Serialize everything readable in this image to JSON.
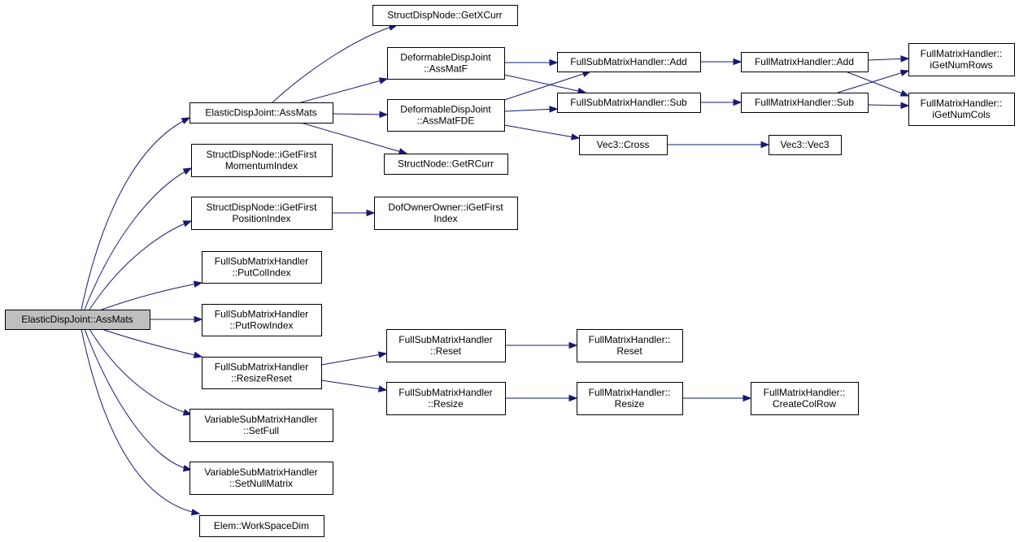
{
  "nodes": [
    {
      "id": "root",
      "lines": [
        "ElasticDispJoint::AssMats"
      ]
    },
    {
      "id": "edj_assmats",
      "lines": [
        "ElasticDispJoint::AssMats"
      ]
    },
    {
      "id": "sdn_getxcurr",
      "lines": [
        "StructDispNode::GetXCurr"
      ]
    },
    {
      "id": "ddj_assmatf",
      "lines": [
        "DeformableDispJoint",
        "::AssMatF"
      ]
    },
    {
      "id": "ddj_assmatfde",
      "lines": [
        "DeformableDispJoint",
        "::AssMatFDE"
      ]
    },
    {
      "id": "sn_getrcurr",
      "lines": [
        "StructNode::GetRCurr"
      ]
    },
    {
      "id": "fsmh_add",
      "lines": [
        "FullSubMatrixHandler::Add"
      ]
    },
    {
      "id": "fsmh_sub",
      "lines": [
        "FullSubMatrixHandler::Sub"
      ]
    },
    {
      "id": "vec3_cross",
      "lines": [
        "Vec3::Cross"
      ]
    },
    {
      "id": "fmh_add",
      "lines": [
        "FullMatrixHandler::Add"
      ]
    },
    {
      "id": "fmh_sub",
      "lines": [
        "FullMatrixHandler::Sub"
      ]
    },
    {
      "id": "vec3_vec3",
      "lines": [
        "Vec3::Vec3"
      ]
    },
    {
      "id": "fmh_igetnumrows",
      "lines": [
        "FullMatrixHandler::",
        "iGetNumRows"
      ]
    },
    {
      "id": "fmh_igetnumcols",
      "lines": [
        "FullMatrixHandler::",
        "iGetNumCols"
      ]
    },
    {
      "id": "sdn_igetfirstmomentum",
      "lines": [
        "StructDispNode::iGetFirst",
        "MomentumIndex"
      ]
    },
    {
      "id": "sdn_igetfirstposition",
      "lines": [
        "StructDispNode::iGetFirst",
        "PositionIndex"
      ]
    },
    {
      "id": "doo_igetfirstindex",
      "lines": [
        "DofOwnerOwner::iGetFirst",
        "Index"
      ]
    },
    {
      "id": "fsmh_putcolindex",
      "lines": [
        "FullSubMatrixHandler",
        "::PutColIndex"
      ]
    },
    {
      "id": "fsmh_putrowindex",
      "lines": [
        "FullSubMatrixHandler",
        "::PutRowIndex"
      ]
    },
    {
      "id": "fsmh_resizereset",
      "lines": [
        "FullSubMatrixHandler",
        "::ResizeReset"
      ]
    },
    {
      "id": "fsmh_reset",
      "lines": [
        "FullSubMatrixHandler",
        "::Reset"
      ]
    },
    {
      "id": "fsmh_resize",
      "lines": [
        "FullSubMatrixHandler",
        "::Resize"
      ]
    },
    {
      "id": "fmh_reset",
      "lines": [
        "FullMatrixHandler::",
        "Reset"
      ]
    },
    {
      "id": "fmh_resize",
      "lines": [
        "FullMatrixHandler::",
        "Resize"
      ]
    },
    {
      "id": "fmh_createcolrow",
      "lines": [
        "FullMatrixHandler::",
        "CreateColRow"
      ]
    },
    {
      "id": "vsmh_setfull",
      "lines": [
        "VariableSubMatrixHandler",
        "::SetFull"
      ]
    },
    {
      "id": "vsmh_setnullmatrix",
      "lines": [
        "VariableSubMatrixHandler",
        "::SetNullMatrix"
      ]
    },
    {
      "id": "elem_workspacedim",
      "lines": [
        "Elem::WorkSpaceDim"
      ]
    }
  ],
  "edges": [
    [
      "root",
      "edj_assmats"
    ],
    [
      "root",
      "sdn_igetfirstmomentum"
    ],
    [
      "root",
      "sdn_igetfirstposition"
    ],
    [
      "root",
      "fsmh_putcolindex"
    ],
    [
      "root",
      "fsmh_putrowindex"
    ],
    [
      "root",
      "fsmh_resizereset"
    ],
    [
      "root",
      "vsmh_setfull"
    ],
    [
      "root",
      "vsmh_setnullmatrix"
    ],
    [
      "root",
      "elem_workspacedim"
    ],
    [
      "edj_assmats",
      "sdn_getxcurr"
    ],
    [
      "edj_assmats",
      "ddj_assmatf"
    ],
    [
      "edj_assmats",
      "ddj_assmatfde"
    ],
    [
      "edj_assmats",
      "sn_getrcurr"
    ],
    [
      "ddj_assmatf",
      "fsmh_add"
    ],
    [
      "ddj_assmatf",
      "fsmh_sub"
    ],
    [
      "ddj_assmatfde",
      "fsmh_add"
    ],
    [
      "ddj_assmatfde",
      "fsmh_sub"
    ],
    [
      "ddj_assmatfde",
      "vec3_cross"
    ],
    [
      "fsmh_add",
      "fmh_add"
    ],
    [
      "fsmh_sub",
      "fmh_sub"
    ],
    [
      "fmh_add",
      "fmh_igetnumrows"
    ],
    [
      "fmh_add",
      "fmh_igetnumcols"
    ],
    [
      "fmh_sub",
      "fmh_igetnumrows"
    ],
    [
      "fmh_sub",
      "fmh_igetnumcols"
    ],
    [
      "vec3_cross",
      "vec3_vec3"
    ],
    [
      "sdn_igetfirstposition",
      "doo_igetfirstindex"
    ],
    [
      "fsmh_resizereset",
      "fsmh_reset"
    ],
    [
      "fsmh_resizereset",
      "fsmh_resize"
    ],
    [
      "fsmh_reset",
      "fmh_reset"
    ],
    [
      "fsmh_resize",
      "fmh_resize"
    ],
    [
      "fmh_resize",
      "fmh_createcolrow"
    ]
  ]
}
